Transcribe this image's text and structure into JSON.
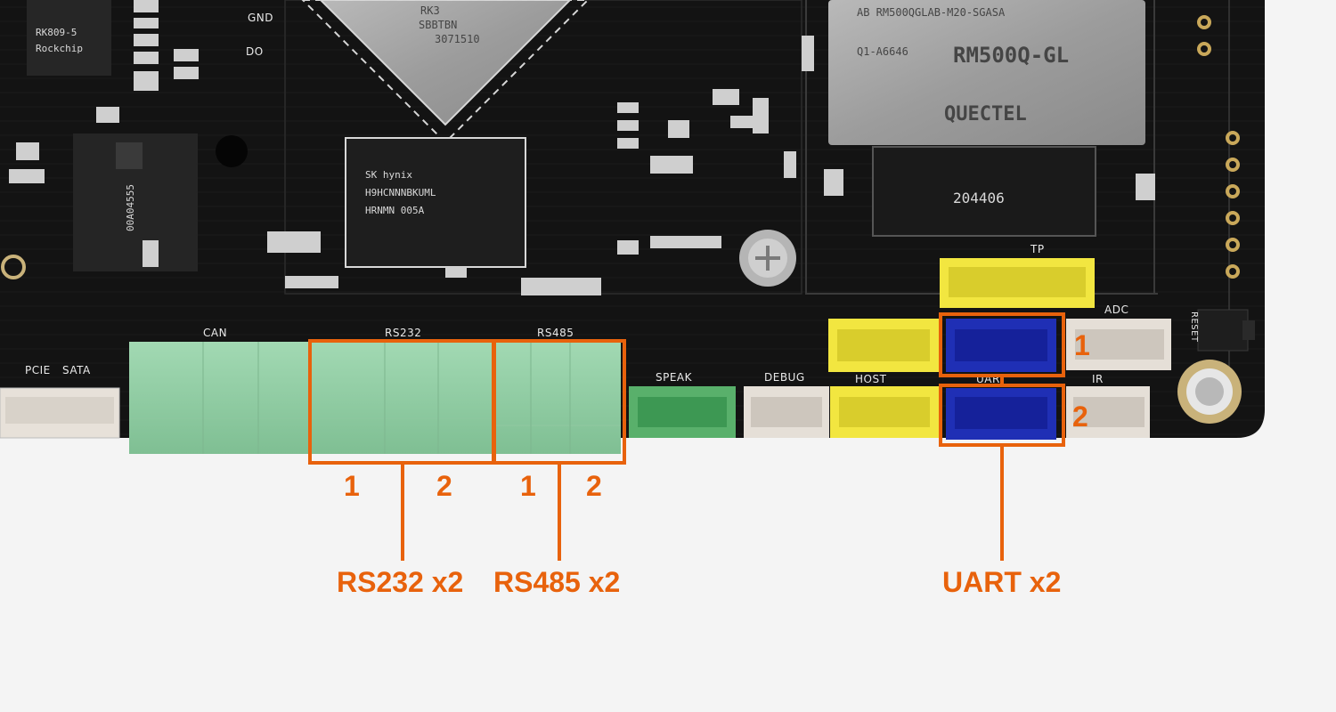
{
  "colors": {
    "accent": "#e8620c",
    "board": "#121212",
    "background": "#f4f4f4",
    "terminal_green": "#92cfa6",
    "uart_blue": "#1f2fb5",
    "yellow_connector": "#f2e640"
  },
  "board_labels": {
    "can": "CAN",
    "rs232": "RS232",
    "rs485": "RS485",
    "tp": "TP",
    "adc": "ADC",
    "reset": "RESET",
    "pcie": "PCIE",
    "sata": "SATA",
    "speak": "SPEAK",
    "debug": "DEBUG",
    "host": "HOST",
    "uart": "UART",
    "ir": "IR",
    "gnd": "GND",
    "do": "DO"
  },
  "chip_text": {
    "soc_line1": "RK3",
    "soc_line2": "SBBTBN",
    "soc_line3": "3071510",
    "ram_line1": "SK hynix",
    "ram_line2": "H9HCNNNBKUML",
    "ram_line3": "HRNMN 005A",
    "modem_line1": "AB  RM500QGLAB-M20-SGASA",
    "modem_line2": "RM500Q-GL",
    "modem_line3": "Q1-A6646",
    "modem_line4": "QUECTEL",
    "m2_slot_text": "204406",
    "pmic_text": "RK809-5",
    "pmic_brand": "Rockchip",
    "emmc_text": "00A04555"
  },
  "callouts": {
    "rs232_port_1": "1",
    "rs232_port_2": "2",
    "rs485_port_1": "1",
    "rs485_port_2": "2",
    "uart_port_1": "1",
    "uart_port_2": "2",
    "rs232_label": "RS232 x2",
    "rs485_label": "RS485 x2",
    "uart_label": "UART x2"
  }
}
